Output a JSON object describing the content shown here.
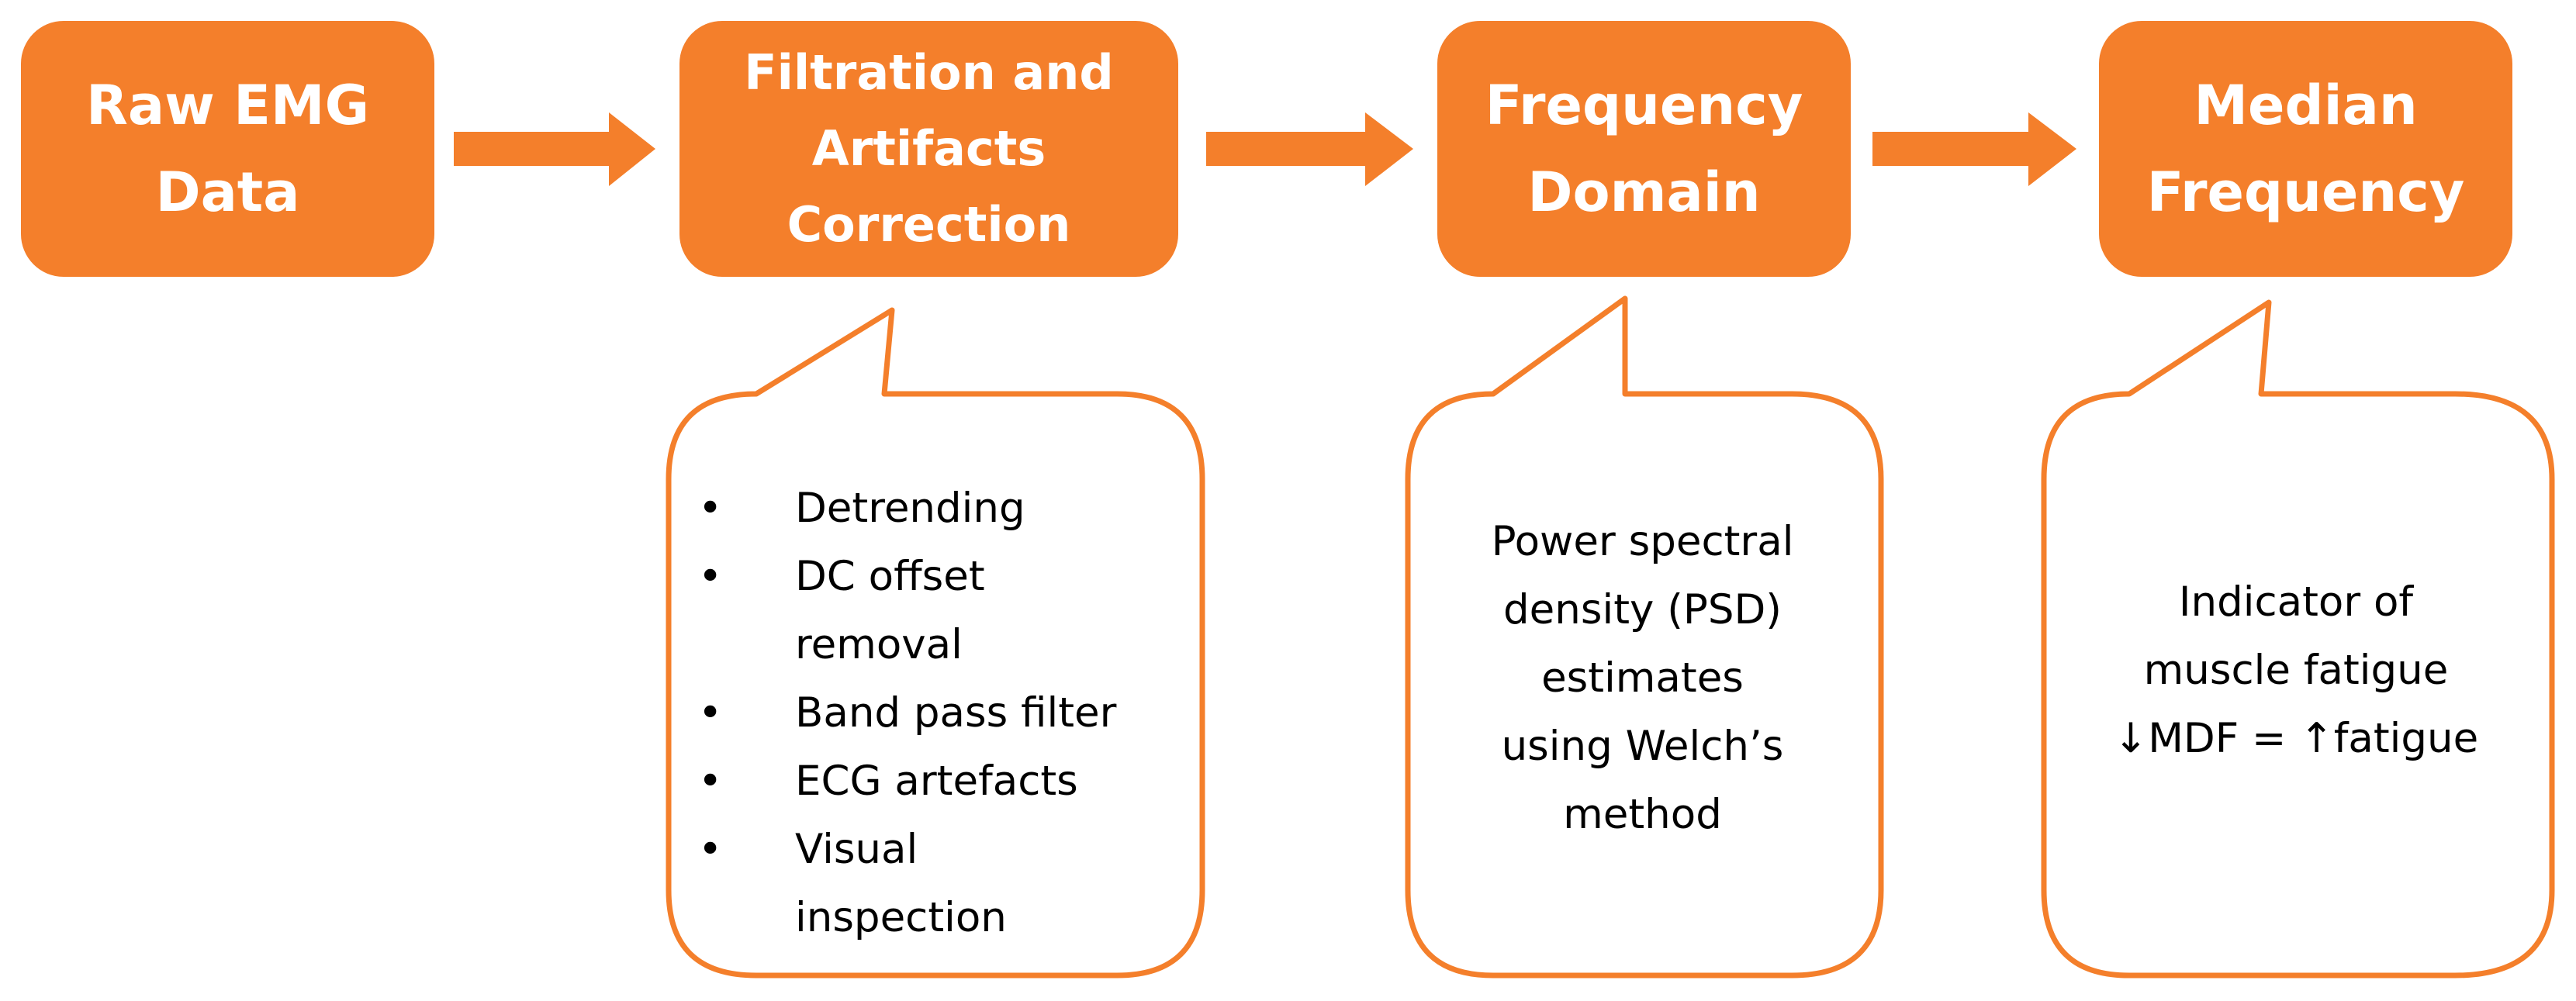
{
  "colors": {
    "box_fill": "#f47f2b",
    "arrow_fill": "#f47f2b",
    "callout_stroke": "#f47f2b",
    "callout_fill": "#ffffff"
  },
  "steps": [
    {
      "lines": [
        "Raw EMG",
        "Data"
      ]
    },
    {
      "lines": [
        "Filtration and",
        "Artifacts",
        "Correction"
      ]
    },
    {
      "lines": [
        "Frequency",
        "Domain"
      ]
    },
    {
      "lines": [
        "Median",
        "Frequency"
      ]
    }
  ],
  "filtration_note": {
    "bullet": "•",
    "items": [
      {
        "lines": [
          "Detrending"
        ]
      },
      {
        "lines": [
          "DC offset",
          "removal"
        ]
      },
      {
        "lines": [
          "Band pass filter"
        ]
      },
      {
        "lines": [
          "ECG artefacts"
        ]
      },
      {
        "lines": [
          "Visual",
          "inspection"
        ]
      }
    ]
  },
  "frequency_note": {
    "lines": [
      "Power spectral",
      "density (PSD)",
      "estimates",
      "using Welch’s",
      "method"
    ]
  },
  "median_note": {
    "lines": [
      "Indicator of",
      "muscle fatigue",
      "↓MDF = ↑fatigue"
    ]
  }
}
